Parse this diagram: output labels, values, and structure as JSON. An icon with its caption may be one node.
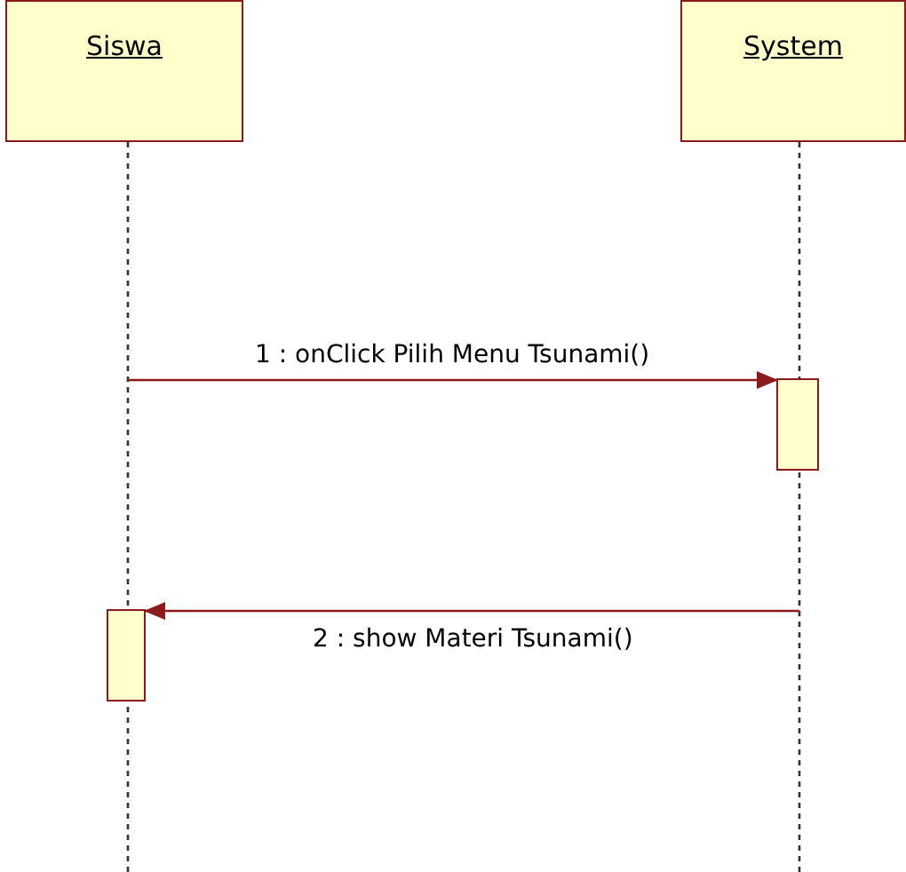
{
  "diagram": {
    "nodes": [
      {
        "text": [
          "Siswa"
        ]
      },
      {
        "text": [
          "System"
        ]
      },
      {
        "text": [],
        "shape": "bar"
      },
      {
        "text": [],
        "shape": "bar"
      }
    ],
    "edges": [
      {
        "from": 0,
        "to": null,
        "arrow": "none",
        "style": "dashed"
      },
      {
        "from": 1,
        "to": null,
        "arrow": "none",
        "style": "dashed"
      },
      {
        "from": null,
        "to": 2,
        "arrow": "to",
        "label": "1 : onClick Pilih Menu Tsunami()",
        "color": "#8b1a1a"
      },
      {
        "from": null,
        "to": 3,
        "arrow": "to",
        "label": "2 : show Materi Tsunami()",
        "color": "#8b1a1a"
      }
    ]
  }
}
